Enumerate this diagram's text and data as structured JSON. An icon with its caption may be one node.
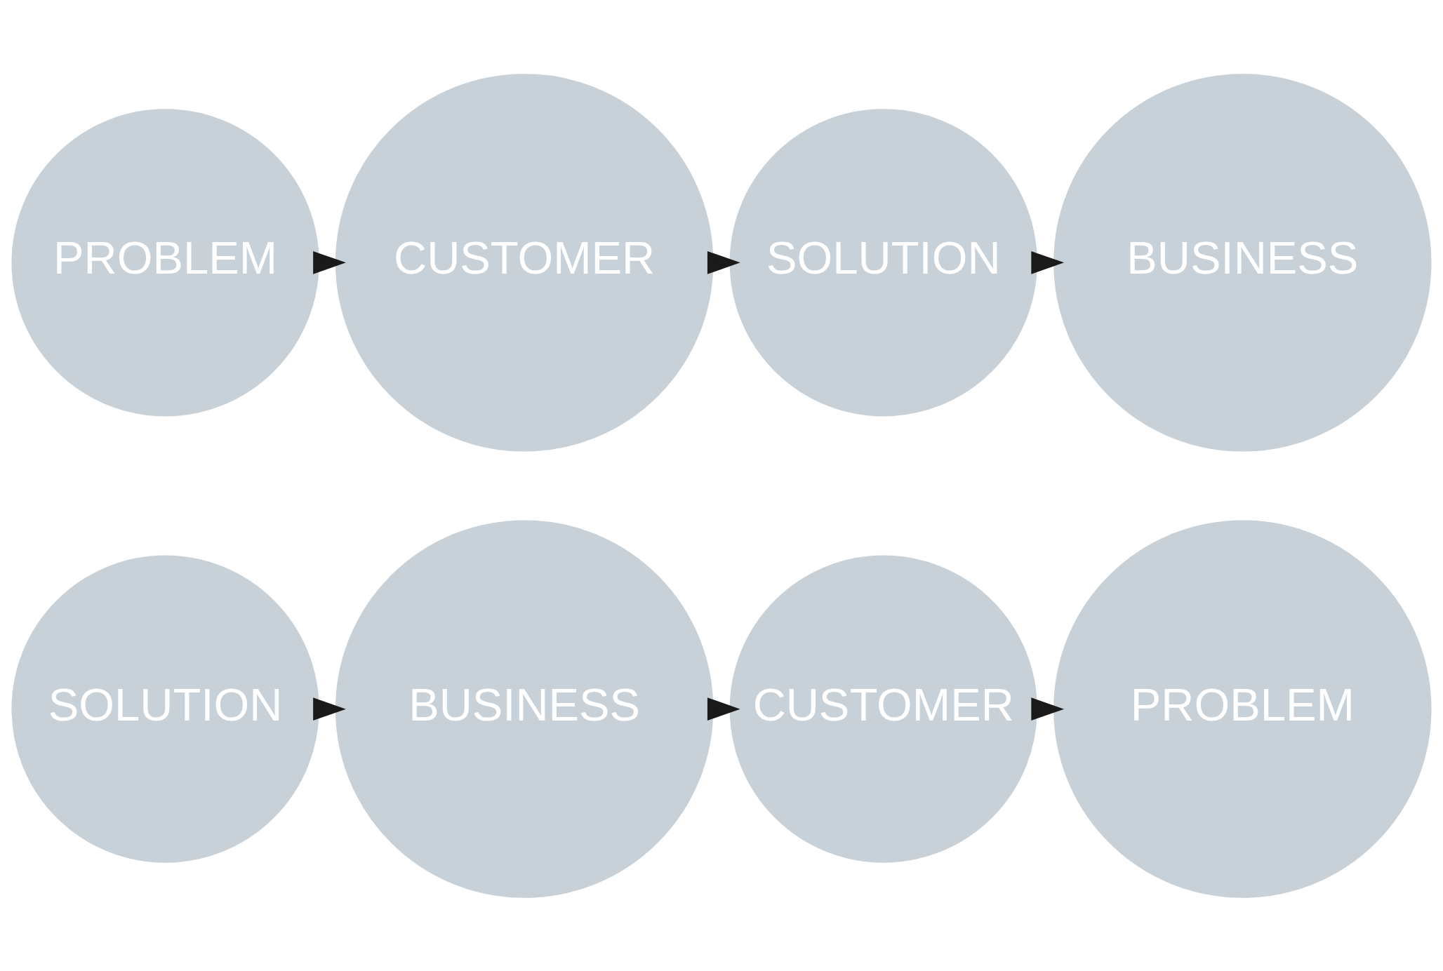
{
  "diagram": {
    "nodes": [
      {
        "text": [
          "PROBLEM"
        ]
      },
      {
        "text": [
          "CUSTOMER"
        ]
      },
      {
        "text": [
          "SOLUTION"
        ]
      },
      {
        "text": [
          "BUSINESS"
        ]
      },
      {
        "text": [
          "SOLUTION"
        ]
      },
      {
        "text": [
          "BUSINESS"
        ]
      },
      {
        "text": [
          "CUSTOMER"
        ]
      },
      {
        "text": [
          "PROBLEM"
        ]
      }
    ],
    "edges": [
      {
        "from": 0,
        "to": 1,
        "arrow": "to"
      },
      {
        "from": 1,
        "to": 2,
        "arrow": "to"
      },
      {
        "from": 2,
        "to": 3,
        "arrow": "to"
      },
      {
        "from": 4,
        "to": 5,
        "arrow": "to"
      },
      {
        "from": 5,
        "to": 6,
        "arrow": "to"
      },
      {
        "from": 6,
        "to": 7,
        "arrow": "to"
      }
    ]
  }
}
